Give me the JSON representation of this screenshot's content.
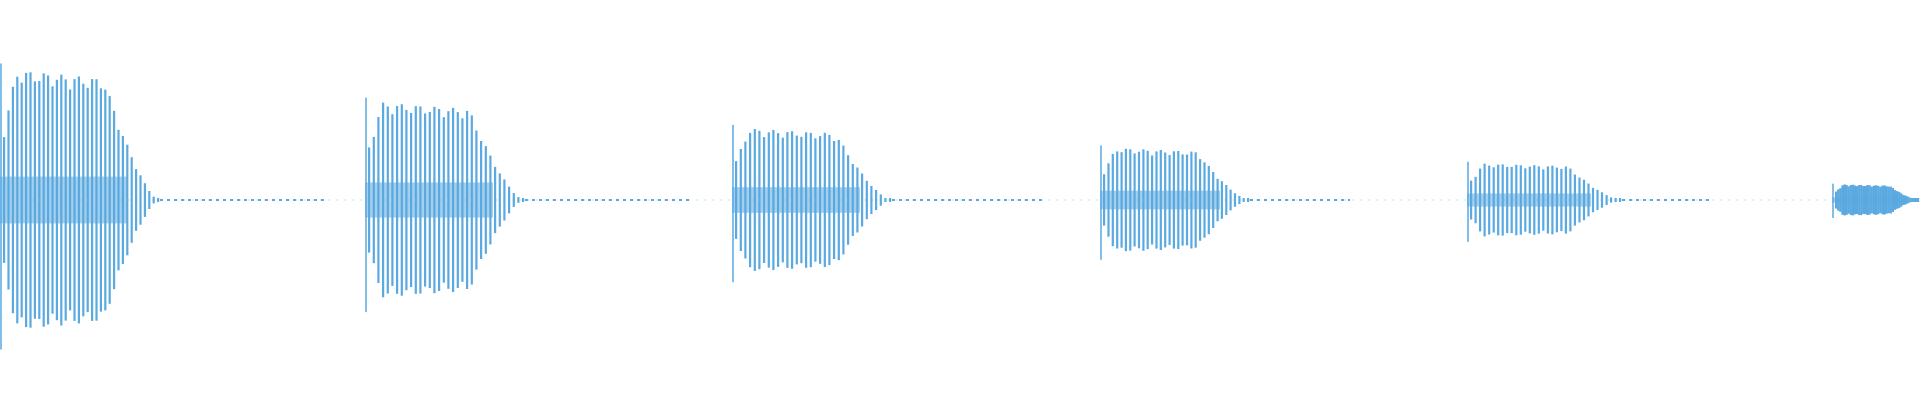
{
  "waveform": {
    "color": "#5aa9e0",
    "bursts": [
      {
        "peak": 1.0,
        "decay": 0.95,
        "count": 36
      },
      {
        "peak": 0.75,
        "decay": 0.95,
        "count": 34
      },
      {
        "peak": 0.55,
        "decay": 0.95,
        "count": 34
      },
      {
        "peak": 0.4,
        "decay": 0.95,
        "count": 34
      },
      {
        "peak": 0.28,
        "decay": 0.95,
        "count": 34
      },
      {
        "peak": 0.12,
        "decay": 0.95,
        "count": 40
      }
    ]
  }
}
